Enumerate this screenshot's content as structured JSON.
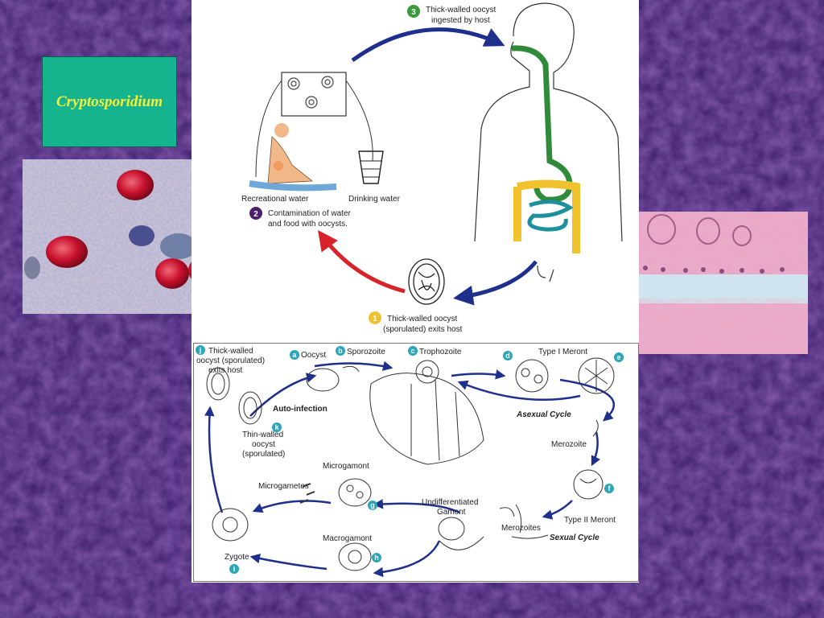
{
  "title": "Cryptosporidium",
  "colors": {
    "background": "#3a1c6b",
    "title_box": "#16b48e",
    "title_text": "#f6ef3a",
    "arrow_blue": "#1f2f8c",
    "arrow_red": "#d8232a",
    "step_green": "#3a9b3a",
    "step_purple": "#4b1f6e",
    "step_yellow": "#f2c12e",
    "label_teal": "#2aa6b8"
  },
  "top_diagram": {
    "step1": {
      "number": "1",
      "line1": "Thick-walled oocyst",
      "line2": "(sporulated) exits host"
    },
    "step2": {
      "number": "2",
      "line1": "Contamination of water",
      "line2": "and food with oocysts."
    },
    "step3": {
      "number": "3",
      "line1": "Thick-walled oocyst",
      "line2": "ingested by host"
    },
    "recreational_water": "Recreational water",
    "drinking_water": "Drinking water"
  },
  "bottom_diagram": {
    "a": {
      "letter": "a",
      "label": "Oocyst"
    },
    "b": {
      "letter": "b",
      "label": "Sporozoite"
    },
    "c": {
      "letter": "c",
      "label": "Trophozoite"
    },
    "d": {
      "letter": "d",
      "label": "Type I Meront"
    },
    "e": {
      "letter": "e"
    },
    "f": {
      "letter": "f",
      "label": "Type II Meront"
    },
    "g": {
      "letter": "g",
      "label": "Microgamont"
    },
    "h": {
      "letter": "h",
      "label": "Macrogamont"
    },
    "i": {
      "letter": "i",
      "label": "Zygote"
    },
    "j": {
      "letter": "j",
      "line1": "Thick-walled",
      "line2": "oocyst (sporulated)",
      "line3": "exits host"
    },
    "k": {
      "letter": "k",
      "line1": "Thin-walled",
      "line2": "oocyst",
      "line3": "(sporulated)"
    },
    "auto_infection": "Auto-infection",
    "asexual_cycle": "Asexual Cycle",
    "sexual_cycle": "Sexual Cycle",
    "merozoite": "Merozoite",
    "merozoites": "Merozoites",
    "microgametes": "Microgametes",
    "undifferentiated_line1": "Undifferentiated",
    "undifferentiated_line2": "Gamont"
  }
}
